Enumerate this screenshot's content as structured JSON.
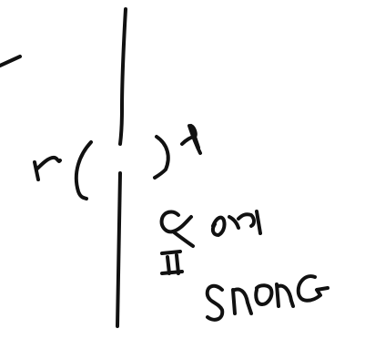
{
  "sketch": {
    "background_color": "#ffffff",
    "ink_color": "#111111",
    "strokes": [
      "left-edge-dash",
      "vertical-divider-line",
      "letter-r",
      "open-paren",
      "close-paren",
      "exponent-lambda",
      "proportional-symbol",
      "scribble-word",
      "double-bar-symbol",
      "strong-word"
    ]
  }
}
